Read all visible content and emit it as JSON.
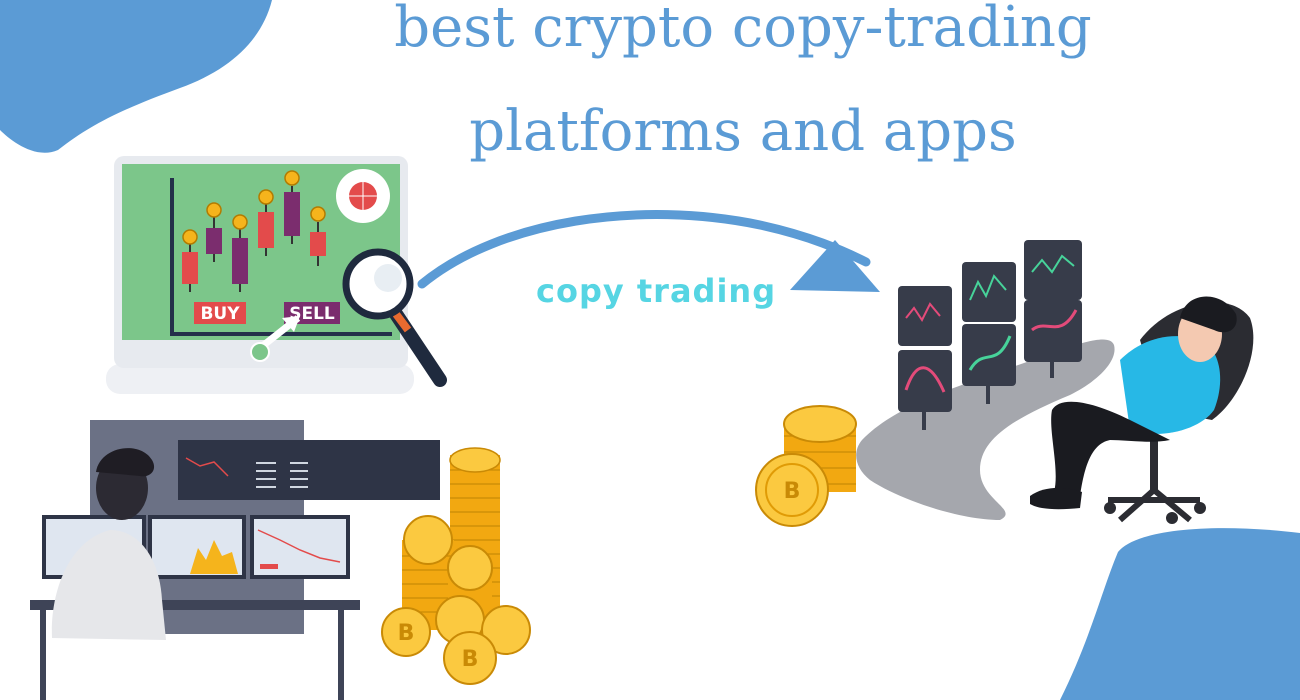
{
  "title": {
    "line1": "best crypto copy-trading",
    "line2": "platforms and apps"
  },
  "arrow_label": "copy trading",
  "chart_panel": {
    "buy_label": "BUY",
    "sell_label": "SELL",
    "coin_symbol": "B"
  },
  "colors": {
    "title": "#5b9bd5",
    "arrow_label": "#56d5e3",
    "blob": "#5b9bd5",
    "chart_bg": "#7cc68a",
    "coin": "#f5b41c"
  },
  "icons": [
    "magnifier-icon",
    "cursor-icon",
    "bitcoin-coin-icon",
    "target-icon"
  ]
}
